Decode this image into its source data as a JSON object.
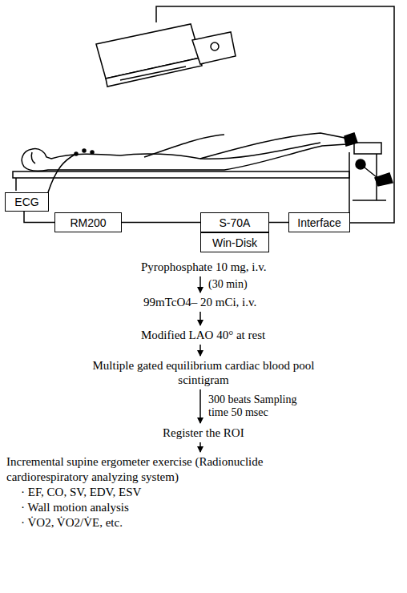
{
  "diagram": {
    "nodes": [
      {
        "text": [
          "ECG"
        ]
      },
      {
        "text": [
          "RM200"
        ]
      },
      {
        "text": [
          "S-70A"
        ]
      },
      {
        "text": [
          "Win-Disk"
        ]
      },
      {
        "text": [
          "Interface"
        ]
      },
      {
        "text": [
          "Pyrophosphate 10 mg, i.v."
        ]
      },
      {
        "text": [
          "99mTcO4– 20 mCi, i.v."
        ]
      },
      {
        "text": [
          "Modified LAO 40° at rest"
        ]
      },
      {
        "text": [
          "Multiple gated equilibrium cardiac blood pool scintigram"
        ]
      },
      {
        "text": [
          "Register the ROI"
        ]
      },
      {
        "text": [
          "Incremental supine ergometer exercise (Radionuclide cardiorespiratory analyzing system)",
          "· EF, CO, SV, EDV, ESV",
          "· Wall motion analysis",
          "· V̇O2, V̇O2/V̇E, etc."
        ]
      }
    ],
    "edges": [
      {
        "from": 0,
        "to": 1,
        "arrow": "none"
      },
      {
        "from": 1,
        "to": 2,
        "arrow": "none"
      },
      {
        "from": 2,
        "to": 4,
        "arrow": "none"
      },
      {
        "from": 5,
        "to": 6,
        "label": "(30 min)",
        "arrow": "to"
      },
      {
        "from": 6,
        "to": 7,
        "arrow": "to"
      },
      {
        "from": 7,
        "to": 8,
        "arrow": "to"
      },
      {
        "from": 8,
        "to": 9,
        "label": "300 beats Sampling time 50 msec",
        "arrow": "to"
      },
      {
        "from": 9,
        "to": 10,
        "arrow": "to"
      }
    ]
  }
}
